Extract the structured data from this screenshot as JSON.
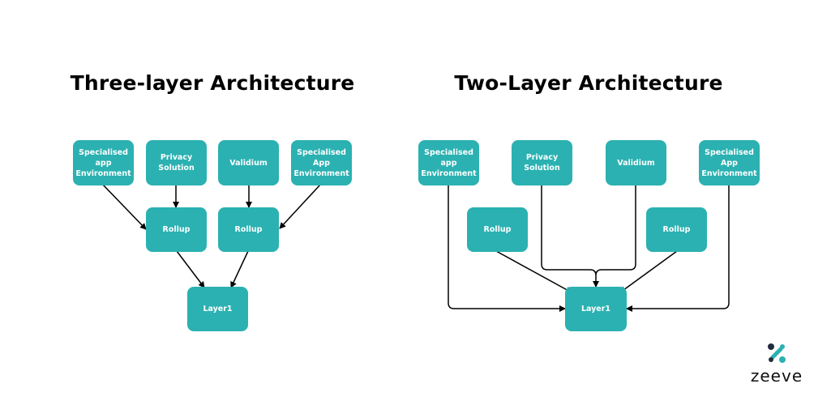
{
  "left": {
    "title": "Three-layer Architecture",
    "nodes": {
      "spec_app_env": "Specialised\napp\nEnvironment",
      "privacy": "Privacy\nSolution",
      "validium": "Validium",
      "spec_app_env2": "Specialised\nApp\nEnvironment",
      "rollup1": "Rollup",
      "rollup2": "Rollup",
      "layer1": "Layer1"
    }
  },
  "right": {
    "title": "Two-Layer Architecture",
    "nodes": {
      "spec_app_env": "Specialised\napp\nEnvironment",
      "privacy": "Privacy\nSolution",
      "validium": "Validium",
      "spec_app_env2": "Specialised\nApp\nEnvironment",
      "rollup1": "Rollup",
      "rollup2": "Rollup",
      "layer1": "Layer1"
    }
  },
  "logo": {
    "text": "zeeve"
  },
  "colors": {
    "node": "#2bb1b1",
    "edge": "#000000",
    "logo_dark": "#1f2d3d",
    "logo_teal": "#2bb1b1"
  }
}
